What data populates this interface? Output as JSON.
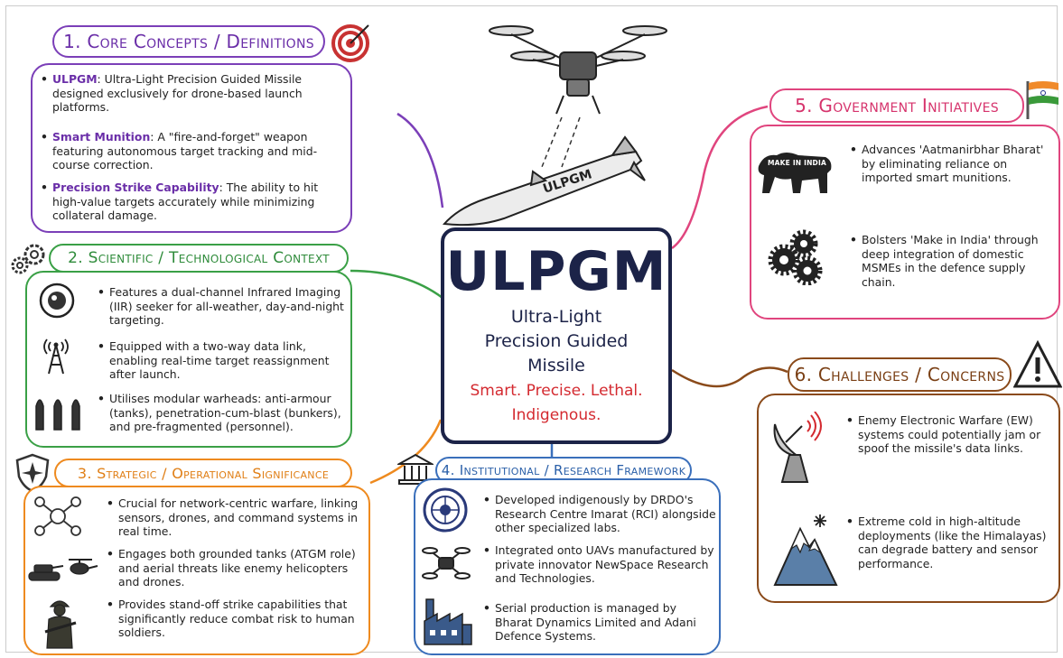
{
  "center": {
    "title": "ULPGM",
    "subtitle_lines": [
      "Ultra-Light",
      "Precision Guided",
      "Missile"
    ],
    "tagline_lines": [
      "Smart. Precise. Lethal.",
      "Indigenous."
    ],
    "missile_label": "ULPGM"
  },
  "colors": {
    "s1": "#7b3fb8",
    "s2": "#3aa046",
    "s3": "#ee8a1f",
    "s4": "#3a6fbb",
    "s5": "#e0457e",
    "s6": "#8a4a1a",
    "center": "#1c2348",
    "tagline": "#d42a30"
  },
  "s1": {
    "title": "1. Core Concepts / Definitions",
    "icon": "target-icon",
    "items": [
      {
        "term": "ULPGM",
        "text": ": Ultra-Light Precision Guided Missile designed exclusively for drone-based launch platforms."
      },
      {
        "term": "Smart Munition",
        "text": ": A \"fire-and-forget\" weapon featuring autonomous target tracking and mid-course correction."
      },
      {
        "term": "Precision Strike Capability",
        "text": ": The ability to hit high-value targets accurately while minimizing collateral damage."
      }
    ]
  },
  "s2": {
    "title": "2. Scientific / Technological Context",
    "icon": "gears-icon",
    "items": [
      {
        "icon": "camera-sensor-icon",
        "text": "Features a dual-channel Infrared Imaging (IIR) seeker for all-weather, day-and-night targeting."
      },
      {
        "icon": "antenna-icon",
        "text": "Equipped with a two-way data link, enabling real-time target reassignment after launch."
      },
      {
        "icon": "warheads-icon",
        "text": "Utilises modular warheads: anti-armour (tanks), penetration-cum-blast (bunkers), and pre-fragmented (personnel)."
      }
    ]
  },
  "s3": {
    "title": "3. Strategic / Operational Significance",
    "icon": "shield-icon",
    "items": [
      {
        "icon": "network-icon",
        "text": "Crucial for network-centric warfare, linking sensors, drones, and command systems in real time."
      },
      {
        "icon": "tank-helicopter-icon",
        "text": "Engages both grounded tanks (ATGM role) and aerial threats like enemy helicopters and drones."
      },
      {
        "icon": "soldier-icon",
        "text": "Provides stand-off strike capabilities that significantly reduce combat risk to human soldiers."
      }
    ]
  },
  "s4": {
    "title": "4. Institutional / Research Framework",
    "icon": "institution-icon",
    "items": [
      {
        "icon": "drdo-emblem-icon",
        "text": "Developed indigenously by DRDO's Research Centre Imarat (RCI) alongside other specialized labs."
      },
      {
        "icon": "drone-icon",
        "text": "Integrated onto UAVs manufactured by private innovator NewSpace Research and Technologies."
      },
      {
        "icon": "factory-icon",
        "text": "Serial production is managed by Bharat Dynamics Limited and Adani Defence Systems."
      }
    ]
  },
  "s5": {
    "title": "5. Government Initiatives",
    "icon": "india-flag-icon",
    "items": [
      {
        "icon": "make-in-india-lion-icon",
        "icon_text": "MAKE IN INDIA",
        "text": "Advances 'Aatmanirbhar Bharat' by eliminating reliance on imported smart munitions."
      },
      {
        "icon": "gears-icon",
        "text": "Bolsters 'Make in India' through deep integration of domestic MSMEs in the defence supply chain."
      }
    ]
  },
  "s6": {
    "title": "6. Challenges / Concerns",
    "icon": "warning-icon",
    "items": [
      {
        "icon": "satellite-dish-icon",
        "text": "Enemy Electronic Warfare (EW) systems could potentially jam or spoof the missile's data links."
      },
      {
        "icon": "snowy-mountain-icon",
        "text": "Extreme cold in high-altitude deployments (like the Himalayas) can degrade battery and sensor performance."
      }
    ]
  }
}
